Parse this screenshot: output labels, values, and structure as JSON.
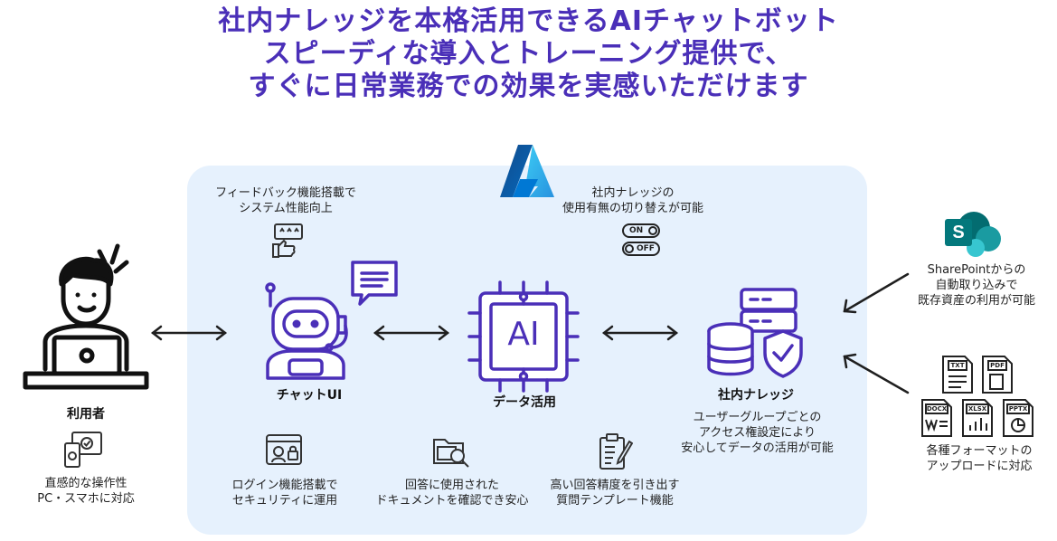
{
  "title": {
    "line1": "社内ナレッジを本格活用できるAIチャットボット",
    "line2": "スピーディな導入とトレーニング提供で、",
    "line3": "すぐに日常業務での効果を実感いただけます"
  },
  "user": {
    "label": "利用者",
    "feature_line1": "直感的な操作性",
    "feature_line2": "PC・スマホに対応"
  },
  "chat_ui": {
    "label": "チャットUI",
    "feedback_line1": "フィードバック機能搭載で",
    "feedback_line2": "システム性能向上",
    "login_line1": "ログイン機能搭載で",
    "login_line2": "セキュリティに運用"
  },
  "data_use": {
    "label": "データ活用",
    "ai_text": "AI",
    "doc_line1": "回答に使用された",
    "doc_line2": "ドキュメントを確認でき安心",
    "toggle_line1": "社内ナレッジの",
    "toggle_line2": "使用有無の切り替えが可能",
    "toggle_on": "ON",
    "toggle_off": "OFF"
  },
  "knowledge": {
    "label": "社内ナレッジ",
    "desc_line1": "ユーザーグループごとの",
    "desc_line2": "アクセス権設定により",
    "desc_line3": "安心してデータの活用が可能",
    "template_line1": "高い回答精度を引き出す",
    "template_line2": "質問テンプレート機能"
  },
  "sharepoint": {
    "letter": "S",
    "line1": "SharePointからの",
    "line2": "自動取り込みで",
    "line3": "既存資産の利用が可能"
  },
  "formats": {
    "txt": "TXT",
    "pdf": "PDF",
    "docx": "DOCX",
    "xlsx": "XLSX",
    "pptx": "PPTX",
    "line1": "各種フォーマットの",
    "line2": "アップロードに対応"
  },
  "colors": {
    "title": "#4a2fb8",
    "panel": "#e6f1fd",
    "icon_stroke": "#4a2fb8",
    "line": "#1f1f1f",
    "azure": "#0078d4",
    "sharepoint": "#038387"
  }
}
